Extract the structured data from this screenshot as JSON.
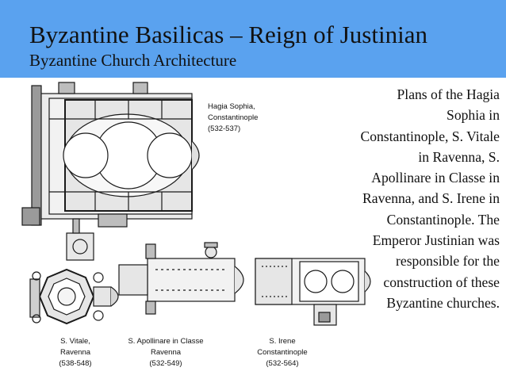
{
  "slide": {
    "title": "Byzantine Basilicas – Reign of Justinian",
    "subtitle": "Byzantine Church Architecture",
    "description": "Plans of the Hagia Sophia in Constantinople, S. Vitale in Ravenna, S. Apollinare in Classe in Ravenna, and S. Irene in Constantinople. The Emperor Justinian was responsible for the construction of these Byzantine churches.",
    "colors": {
      "header": "#5aa2ef",
      "text": "#111111",
      "plan_stroke": "#1a1a1a",
      "plan_fill": "#dcdcdc"
    }
  },
  "captions": {
    "hagia_sophia": {
      "name": "Hagia Sophia,",
      "place": "Constantinople",
      "dates": "(532-537)"
    },
    "s_vitale": {
      "name": "S. Vitale,",
      "place": "Ravenna",
      "dates": "(538-548)"
    },
    "s_apollinare": {
      "name": "S. Apollinare in Classe",
      "place": "Ravenna",
      "dates": "(532-549)"
    },
    "s_irene": {
      "name": "S. Irene",
      "place": "Constantinople",
      "dates": "(532-564)"
    }
  }
}
